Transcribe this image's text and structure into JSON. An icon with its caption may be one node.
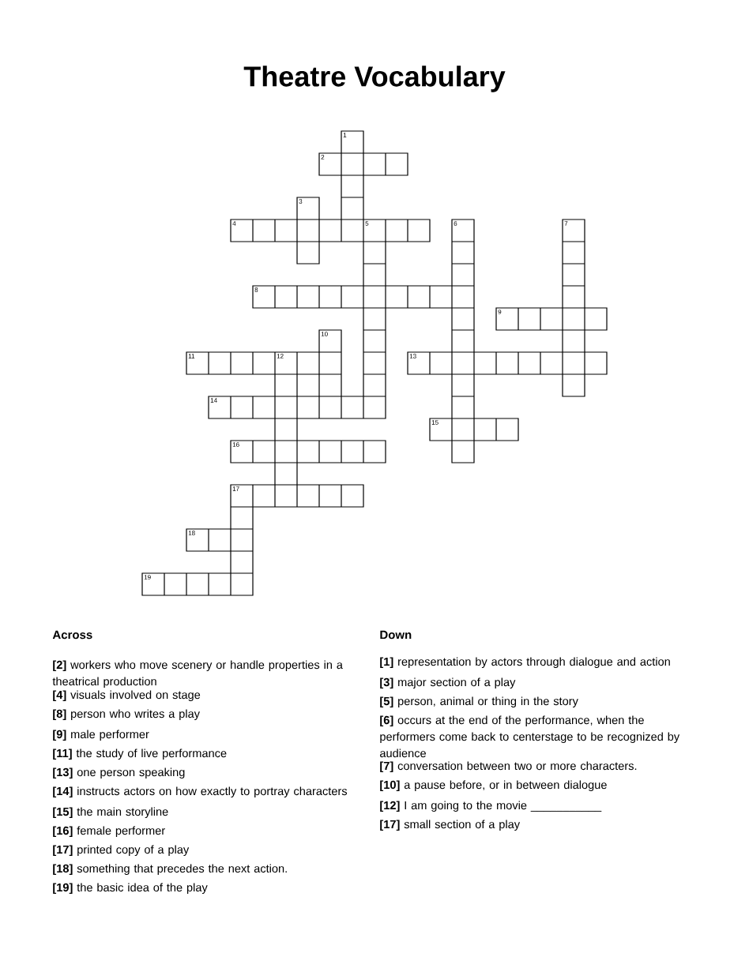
{
  "diagram": {
    "title": "Theatre Vocabulary",
    "labels": [
      "1",
      "2",
      "3",
      "4",
      "5",
      "6",
      "7",
      "8",
      "9",
      "10",
      "11",
      "12",
      "13",
      "14",
      "15",
      "16",
      "17",
      "18",
      "19",
      "Across",
      "**[2]** workers who move scenery or handle properties in a theatrical production",
      "**[4]** visuals involved on stage",
      "**[8]** person who writes a play",
      "**[9]** male performer",
      "**[11]** the study of live performance",
      "**[13]** one person speaking",
      "**[14]** instructs actors on how exactly to portray characters",
      "**[15]** the main storyline",
      "**[16]** female performer",
      "**[17]** printed copy of a play",
      "**[18]** something that precedes the next action.",
      "**[19]** the basic idea of the play",
      "Down",
      "**[1]** representation by actors through dialogue and action",
      "**[3]** major section of a play",
      "**[5]** person, animal or thing in the story",
      "**[6]** occurs at the end of the performance, when the performers come back to centerstage to be recognized by audience",
      "**[7]** conversation between two or more characters.",
      "**[10]** a pause before, or in between dialogue",
      "**[12]** I am going to the movie ___________",
      "**[17]** small section of a play"
    ]
  }
}
